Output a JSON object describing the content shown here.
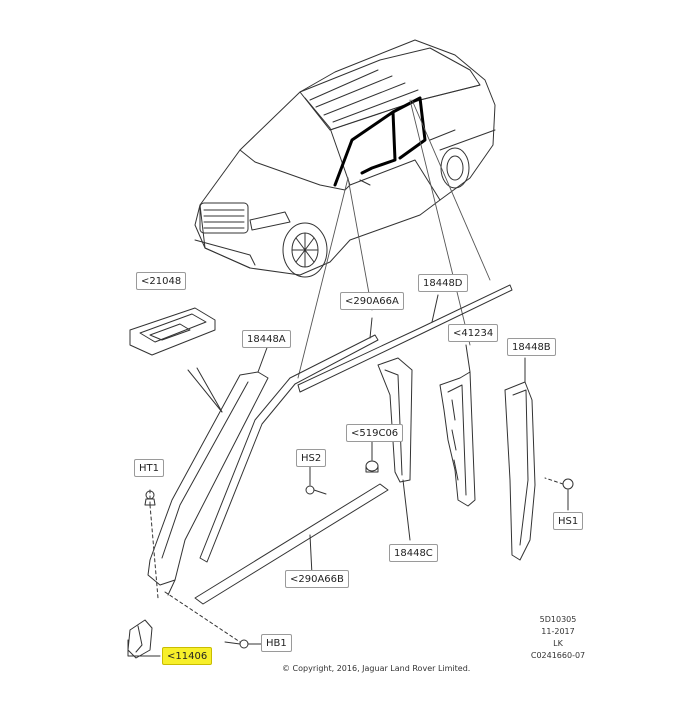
{
  "callouts": {
    "c21048": "<21048",
    "c18448A": "18448A",
    "c290A66A": "<290A66A",
    "c18448D": "18448D",
    "c41234": "<41234",
    "c18448B": "18448B",
    "c519C06": "<519C06",
    "cHT1": "HT1",
    "cHS2": "HS2",
    "c18448C": "18448C",
    "cHS1": "HS1",
    "c290A66B": "<290A66B",
    "cHB1": "HB1",
    "c11406": "<11406"
  },
  "highlight_color": "#f7ef2a",
  "meta": {
    "code": "5D10305",
    "date": "11-2017",
    "author": "LK",
    "ref": "C0241660-07"
  },
  "copyright": "© Copyright, 2016, Jaguar Land Rover Limited."
}
